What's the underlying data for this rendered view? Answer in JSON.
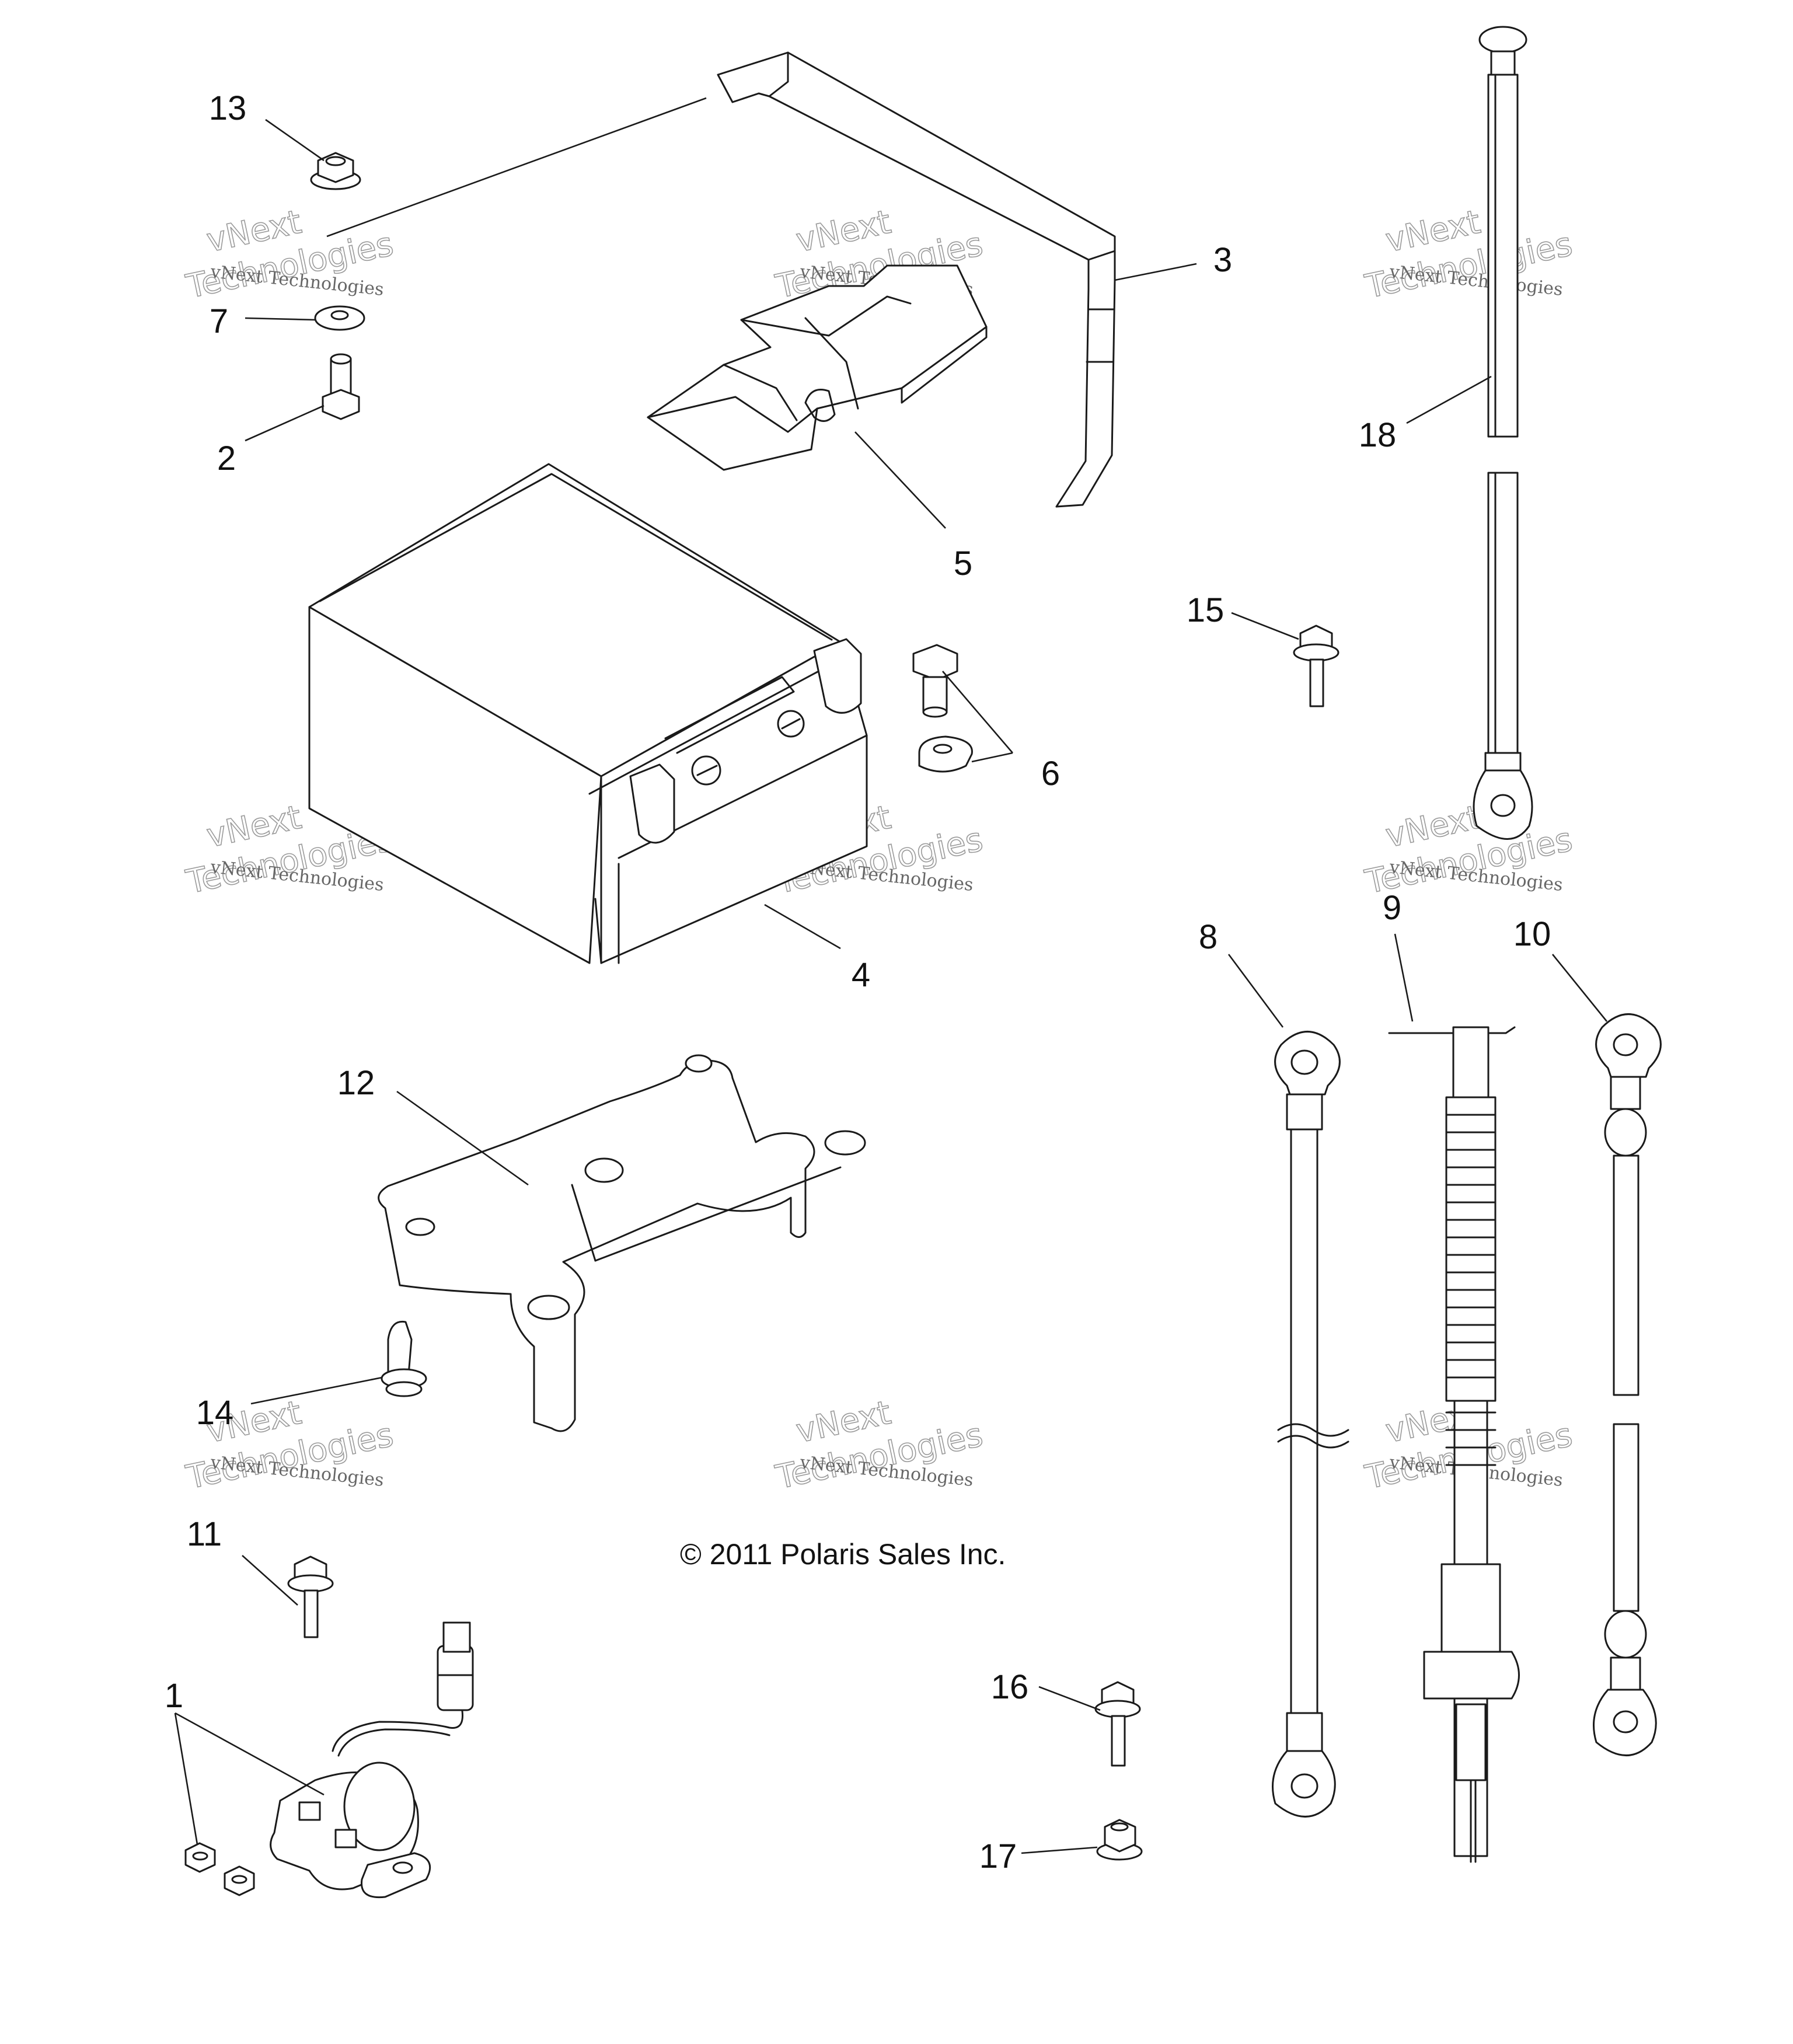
{
  "callouts": {
    "c1": "1",
    "c2": "2",
    "c3": "3",
    "c4": "4",
    "c5": "5",
    "c6": "6",
    "c7": "7",
    "c8": "8",
    "c9": "9",
    "c10": "10",
    "c11": "11",
    "c12": "12",
    "c13": "13",
    "c14": "14",
    "c15": "15",
    "c16": "16",
    "c17": "17",
    "c18": "18"
  },
  "copyright": "© 2011 Polaris Sales Inc.",
  "watermark": {
    "small": "vNext Technologies",
    "large_top": "vNext",
    "large_bottom": "Technologies"
  }
}
